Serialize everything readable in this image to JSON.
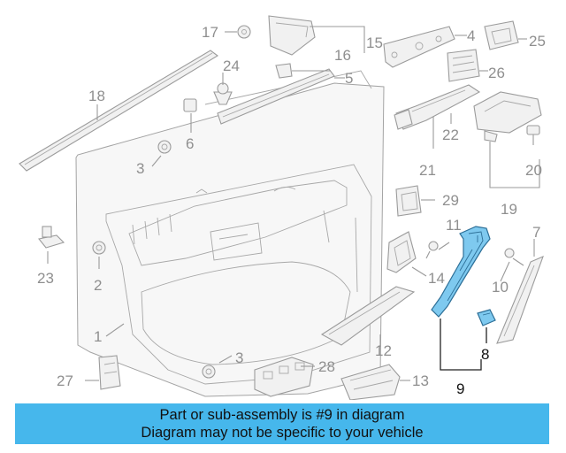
{
  "diagram": {
    "callouts": {
      "c1": "1",
      "c2": "2",
      "c3a": "3",
      "c3b": "3",
      "c4": "4",
      "c5": "5",
      "c6": "6",
      "c7": "7",
      "c8": "8",
      "c9": "9",
      "c10": "10",
      "c11": "11",
      "c12": "12",
      "c13": "13",
      "c14": "14",
      "c15": "15",
      "c16": "16",
      "c17": "17",
      "c18": "18",
      "c19": "19",
      "c20": "20",
      "c21": "21",
      "c22": "22",
      "c23": "23",
      "c24": "24",
      "c25": "25",
      "c26": "26",
      "c27": "27",
      "c28": "28",
      "c29": "29"
    },
    "colors": {
      "highlight_part": "#7ec9ef",
      "highlight_callout": "#111111",
      "part_line": "#9b9b9b",
      "callout_text": "#8f8f8f"
    }
  },
  "banner": {
    "line1": "Part or sub-assembly is #9 in diagram",
    "line2": "Diagram may not be specific to your vehicle",
    "background": "#46b7ec"
  }
}
